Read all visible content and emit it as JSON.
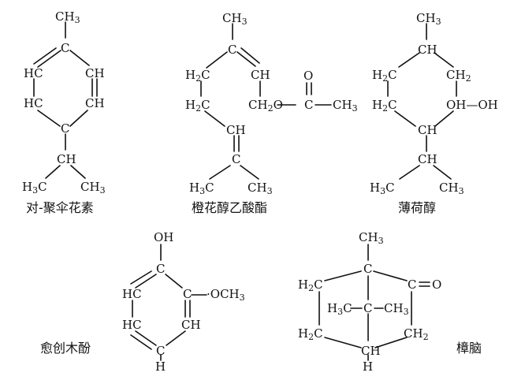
{
  "names": {
    "p_cymene": "对-聚伞花素",
    "linalyl_acetate": "橙花醇乙酸酯",
    "menthol": "薄荷醇",
    "guaiacol": "愈创木酚",
    "camphor": "樟脑"
  },
  "molecules": {
    "p_cymene": {
      "ch3_top": "CH3",
      "c_top": "C",
      "hc_upper_left": "HC",
      "ch_upper_right": "CH",
      "hc_lower_left": "HC",
      "ch_lower_right": "CH",
      "c_bottom": "C",
      "ch_isopropyl": "CH",
      "h3c_left": "H3C",
      "ch3_right": "CH3"
    },
    "linalyl_acetate": {
      "ch3_top": "CH3",
      "c_top": "C",
      "h2c_upper_left": "H2C",
      "ch_upper_right": "CH",
      "h2c_lower_left": "H2C",
      "ch2o": "CH2O",
      "c_acyl": "C",
      "o_carbonyl": "O",
      "ch3_acyl": "CH3",
      "ch_middle": "CH",
      "c_lower": "C",
      "h3c_left": "H3C",
      "ch3_right": "CH3"
    },
    "menthol": {
      "ch3_top": "CH3",
      "ch_top": "CH",
      "h2c_upper_left": "H2C",
      "ch2_upper_right": "CH2",
      "h2c_lower_left": "H2C",
      "oh_group": "OH—OH",
      "ch_lower": "CH",
      "ch_isopropyl": "CH",
      "h3c_left": "H3C",
      "ch3_right": "CH3"
    },
    "guaiacol": {
      "oh_top": "OH",
      "c_top": "C",
      "hc_upper_left": "HC",
      "c_upper_right": "C",
      "och3": "·OCH3",
      "hc_lower_left": "HC",
      "ch_lower_right": "CH",
      "c_bottom": "C",
      "h_bottom": "H"
    },
    "camphor": {
      "ch3_top": "CH3",
      "c_top": "C",
      "h2c_upper_left": "H2C",
      "c_carbonyl": "C",
      "o_carbonyl": "O",
      "h3c_bridge": "H3C",
      "c_bridge": "C",
      "ch3_bridge": "CH3",
      "h2c_lower_left": "H2C",
      "ch2_lower_right": "CH2",
      "ch_bottom": "CH",
      "h_bottom": "H"
    }
  },
  "colors": {
    "ink": "#111111",
    "background": "#ffffff"
  }
}
